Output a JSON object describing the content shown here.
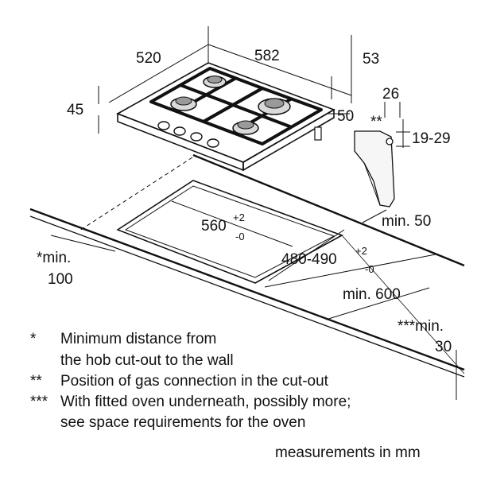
{
  "dimensions": {
    "depth": "520",
    "width": "582",
    "rear_offset": "53",
    "height": "45",
    "side_offset": "50",
    "gas_x": "26",
    "gas_marker": "**",
    "gas_y": "19-29",
    "cutout_width": "560",
    "cutout_width_tol_plus": "+2",
    "cutout_width_tol_minus": "-0",
    "cutout_depth": "480-490",
    "cutout_depth_tol_plus": "+2",
    "cutout_depth_tol_minus": "-0",
    "front_min": "min. 50",
    "wall_min_label": "*min.",
    "wall_min_value": "100",
    "worktop_min": "min. 600",
    "oven_min_label": "***min.",
    "oven_min_value": "30"
  },
  "notes": [
    {
      "marker": "*",
      "lines": [
        "Minimum distance from",
        "the hob cut-out to the wall"
      ]
    },
    {
      "marker": "**",
      "lines": [
        "Position of gas connection in the cut-out"
      ]
    },
    {
      "marker": "***",
      "lines": [
        "With fitted oven underneath, possibly more;",
        "see space requirements for the oven"
      ]
    }
  ],
  "units_note": "measurements in mm"
}
